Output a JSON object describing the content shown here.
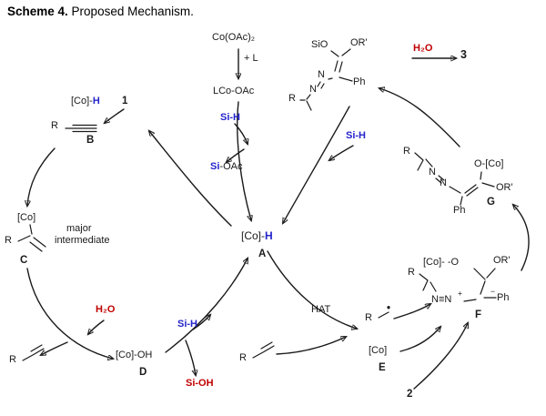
{
  "title": {
    "scheme": "Scheme 4.",
    "caption": " Proposed Mechanism."
  },
  "colors": {
    "accent_blue": "#2424cc",
    "accent_red": "#c00000",
    "ink": "#1a1a1a"
  },
  "catalyst_generation": {
    "precatalyst": "Co(OAc)₂",
    "ligand": "+ L",
    "active_species": "LCo-OAc",
    "silane_in": "Si-H",
    "silane_out_si": "Si",
    "silane_out_rest": "-OAc"
  },
  "species_a": {
    "co": "[Co]-",
    "h": "H",
    "tag": "A"
  },
  "species_b": {
    "co": "[Co]-",
    "h": "H",
    "alkyne_number": "1",
    "r": "R",
    "tag": "B"
  },
  "species_c": {
    "co": "[Co]",
    "r": "R",
    "tag": "C",
    "note_line1": "major",
    "note_line2": "intermediate"
  },
  "species_d": {
    "formula": "[Co]-OH",
    "tag": "D"
  },
  "left_cycle": {
    "water": "H₂O",
    "silane_in": "Si-H",
    "silanol_out": "Si-OH",
    "product_r": "R"
  },
  "right_cycle": {
    "hat": "HAT",
    "substrate_r": "R",
    "radical_r": "R",
    "radical_dot": "•"
  },
  "species_e": {
    "co": "[Co]",
    "tag": "E",
    "diazo_number": "2"
  },
  "species_f": {
    "co_o": "[Co]- -O",
    "or": "OR'",
    "r": "R",
    "nn": "N≡N",
    "plus": "+",
    "minus": "−",
    "ph": "Ph",
    "tag": "F"
  },
  "species_g": {
    "r": "R",
    "n1": "N",
    "n2": "N",
    "o_co": "O-[Co]",
    "or": "OR'",
    "ph": "Ph",
    "tag": "G"
  },
  "product": {
    "sio": "SiO",
    "or": "OR'",
    "n1": "N",
    "n2": "N",
    "ph": "Ph",
    "r": "R",
    "water": "H₂O",
    "number": "3"
  },
  "silane_regen": "Si-H"
}
